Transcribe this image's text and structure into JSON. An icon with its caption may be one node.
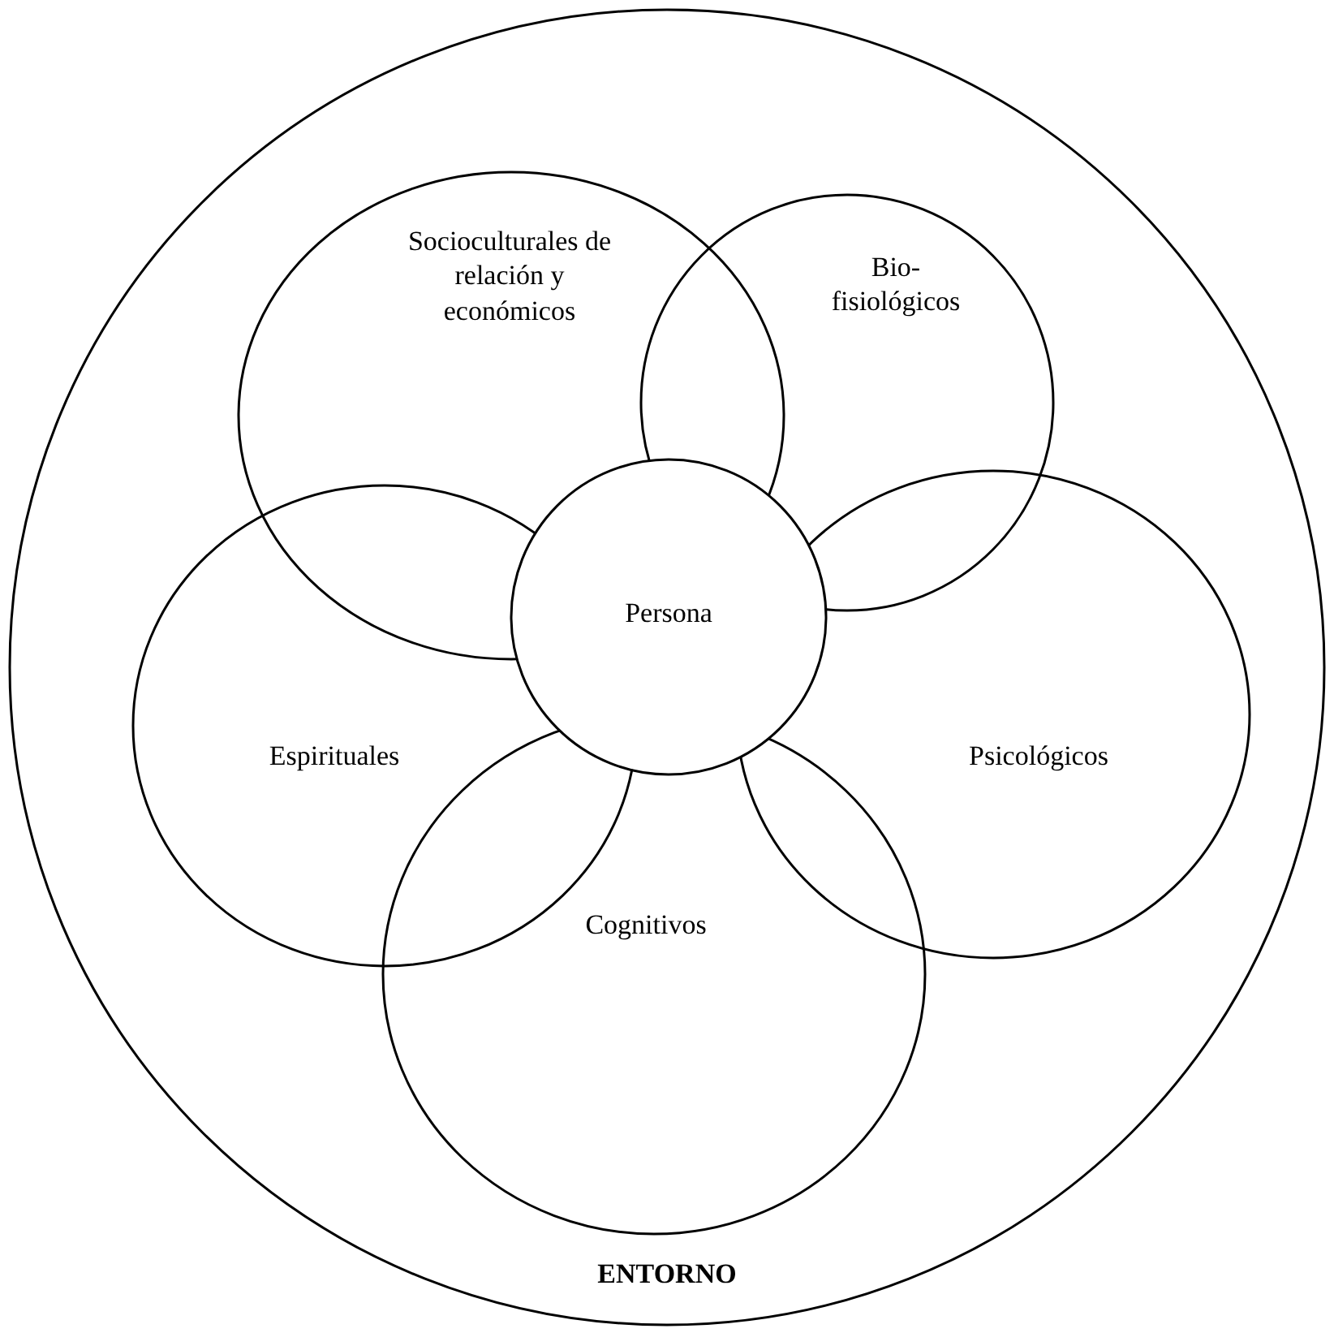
{
  "diagram": {
    "nodes": [
      {
        "text": [
          "ENTORNO"
        ]
      },
      {
        "text": [
          "Socioculturales de relación y económicos"
        ],
        "in": 0
      },
      {
        "text": [
          "Bio- fisiológicos"
        ],
        "in": 0
      },
      {
        "text": [
          "Persona"
        ],
        "in": 0
      },
      {
        "text": [
          "Espirituales"
        ],
        "in": 0
      },
      {
        "text": [
          "Psicológicos"
        ],
        "in": 0
      },
      {
        "text": [
          "Cognitivos"
        ],
        "in": 0
      }
    ]
  }
}
